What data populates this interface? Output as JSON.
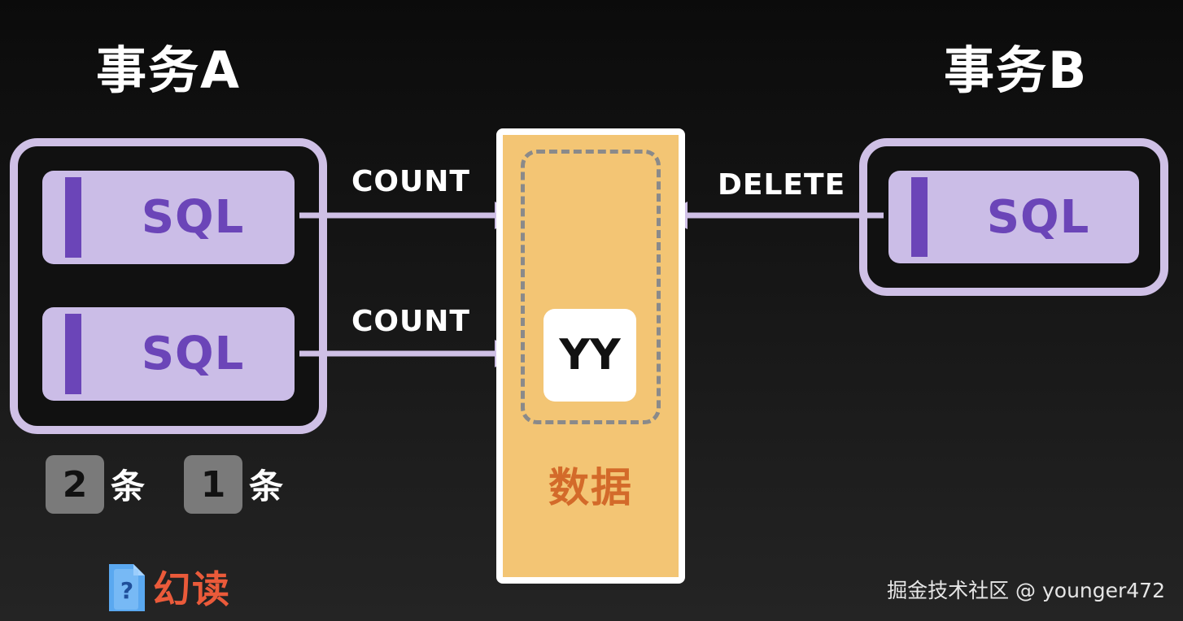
{
  "transaction_a": {
    "title": "事务A",
    "statements": [
      "SQL",
      "SQL"
    ]
  },
  "transaction_b": {
    "title": "事务B",
    "statements": [
      "SQL"
    ]
  },
  "operations": {
    "count_1": "COUNT",
    "count_2": "COUNT",
    "delete": "DELETE"
  },
  "data_store": {
    "row": "YY",
    "label": "数据"
  },
  "results": [
    {
      "value": "2",
      "unit": "条"
    },
    {
      "value": "1",
      "unit": "条"
    }
  ],
  "phenomenon": {
    "label": "幻读",
    "icon": "question-document-icon"
  },
  "watermark": "掘金技术社区 @ younger472",
  "colors": {
    "sql_card": "#cbbde7",
    "sql_text": "#6b45b8",
    "data_panel": "#f3c574",
    "data_label": "#d36a2a",
    "phantom_label": "#ea5a3a",
    "arrow": "#cfc0e6"
  }
}
